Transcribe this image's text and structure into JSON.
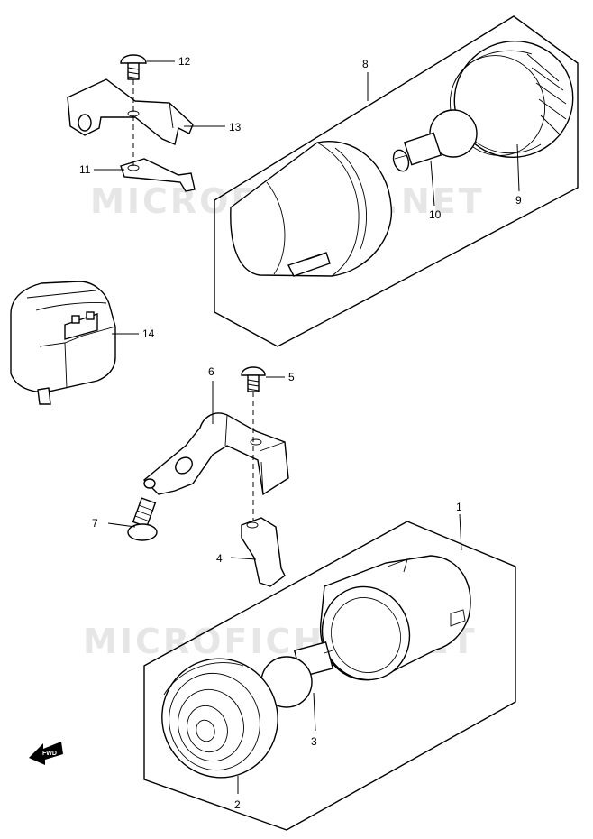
{
  "watermark": "MICROFICHES.NET",
  "fwd_arrow_label": "FWD",
  "callouts": {
    "c1": "1",
    "c2": "2",
    "c3": "3",
    "c4": "4",
    "c5": "5",
    "c6": "6",
    "c7": "7",
    "c8": "8",
    "c9": "9",
    "c10": "10",
    "c11": "11",
    "c12": "12",
    "c13": "13",
    "c14": "14"
  }
}
